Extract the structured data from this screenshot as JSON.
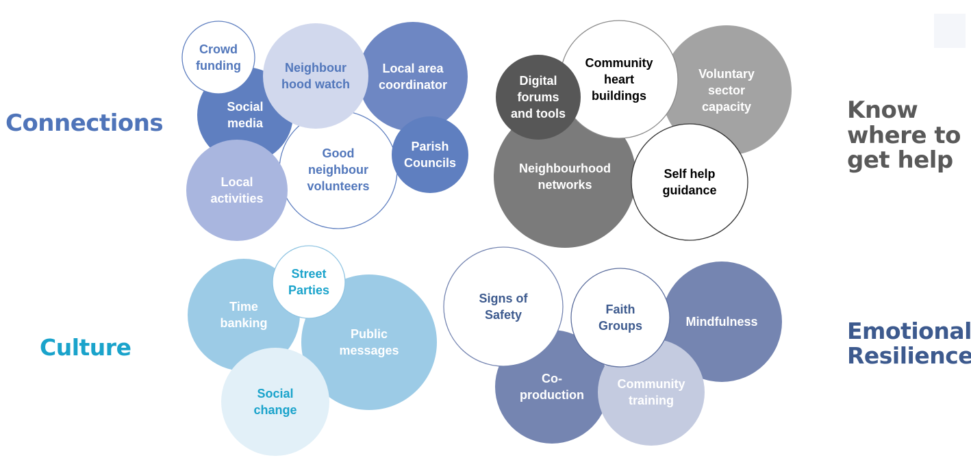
{
  "headings": {
    "connections": "Connections",
    "culture": "Culture",
    "know_where": "Know where to get help",
    "emotional": "Emotional Resilience"
  },
  "colors": {
    "connections_heading": "#4f74b9",
    "culture_heading": "#1aa3cb",
    "know_where_heading": "#595959",
    "emotional_heading": "#3d5a8e"
  },
  "clusters": [
    {
      "name": "connections",
      "bubbles": [
        {
          "id": "social-media",
          "lines": [
            "Social",
            "media"
          ],
          "fill": "#5f7fc0",
          "stroke": "none",
          "text": "#ffffff"
        },
        {
          "id": "crowd-funding",
          "lines": [
            "Crowd",
            "funding"
          ],
          "fill": "#ffffff",
          "stroke": "#5f7fc0",
          "text": "#5277bb"
        },
        {
          "id": "local-area-coordinator",
          "lines": [
            "Local area",
            "coordinator"
          ],
          "fill": "#6e87c3",
          "stroke": "none",
          "text": "#ffffff"
        },
        {
          "id": "good-neighbour-volunteers",
          "lines": [
            "Good",
            "neighbour",
            "volunteers"
          ],
          "fill": "#ffffff",
          "stroke": "#5f7fc0",
          "text": "#5277bb"
        },
        {
          "id": "neighbourhood-watch",
          "lines": [
            "Neighbour",
            "hood watch"
          ],
          "fill": "#d1d8ed",
          "stroke": "none",
          "text": "#5277bb"
        },
        {
          "id": "parish-councils",
          "lines": [
            "Parish",
            "Councils"
          ],
          "fill": "#5f7fc0",
          "stroke": "none",
          "text": "#ffffff"
        },
        {
          "id": "local-activities",
          "lines": [
            "Local",
            "activities"
          ],
          "fill": "#a9b6df",
          "stroke": "none",
          "text": "#ffffff"
        }
      ]
    },
    {
      "name": "know-where",
      "bubbles": [
        {
          "id": "voluntary-sector-capacity",
          "lines": [
            "Voluntary",
            "sector",
            "capacity"
          ],
          "fill": "#a3a3a3",
          "stroke": "none",
          "text": "#ffffff"
        },
        {
          "id": "neighbourhood-networks",
          "lines": [
            "Neighbourhood",
            "networks"
          ],
          "fill": "#7b7b7b",
          "stroke": "none",
          "text": "#ffffff"
        },
        {
          "id": "community-heart-buildings",
          "lines": [
            "Community",
            "heart",
            "buildings"
          ],
          "fill": "#ffffff",
          "stroke": "#8a8a8a",
          "text": "#000000"
        },
        {
          "id": "digital-forums",
          "lines": [
            "Digital",
            "forums",
            "and tools"
          ],
          "fill": "#575757",
          "stroke": "none",
          "text": "#ffffff"
        },
        {
          "id": "self-help-guidance",
          "lines": [
            "Self help",
            "guidance"
          ],
          "fill": "#ffffff",
          "stroke": "#333333",
          "text": "#000000"
        }
      ]
    },
    {
      "name": "culture",
      "bubbles": [
        {
          "id": "time-banking",
          "lines": [
            "Time",
            "banking"
          ],
          "fill": "#9ccbe6",
          "stroke": "none",
          "text": "#ffffff"
        },
        {
          "id": "public-messages",
          "lines": [
            "Public",
            "messages"
          ],
          "fill": "#9ccbe6",
          "stroke": "none",
          "text": "#ffffff"
        },
        {
          "id": "street-parties",
          "lines": [
            "Street",
            "Parties"
          ],
          "fill": "#ffffff",
          "stroke": "#8fc4e2",
          "text": "#1aa3cb"
        },
        {
          "id": "social-change",
          "lines": [
            "Social",
            "change"
          ],
          "fill": "#e2f0f8",
          "stroke": "none",
          "text": "#1aa3cb"
        }
      ]
    },
    {
      "name": "emotional",
      "bubbles": [
        {
          "id": "mindfulness",
          "lines": [
            "Mindfulness"
          ],
          "fill": "#7585b1",
          "stroke": "none",
          "text": "#ffffff"
        },
        {
          "id": "co-production",
          "lines": [
            "Co-",
            "production"
          ],
          "fill": "#7585b1",
          "stroke": "none",
          "text": "#ffffff"
        },
        {
          "id": "community-training",
          "lines": [
            "Community",
            "training"
          ],
          "fill": "#c4cbe0",
          "stroke": "none",
          "text": "#ffffff"
        },
        {
          "id": "signs-of-safety",
          "lines": [
            "Signs of",
            "Safety"
          ],
          "fill": "#ffffff",
          "stroke": "#7585b1",
          "text": "#3d5a8e"
        },
        {
          "id": "faith-groups",
          "lines": [
            "Faith",
            "Groups"
          ],
          "fill": "#ffffff",
          "stroke": "#5a6c9c",
          "text": "#3d5a8e"
        }
      ]
    }
  ]
}
